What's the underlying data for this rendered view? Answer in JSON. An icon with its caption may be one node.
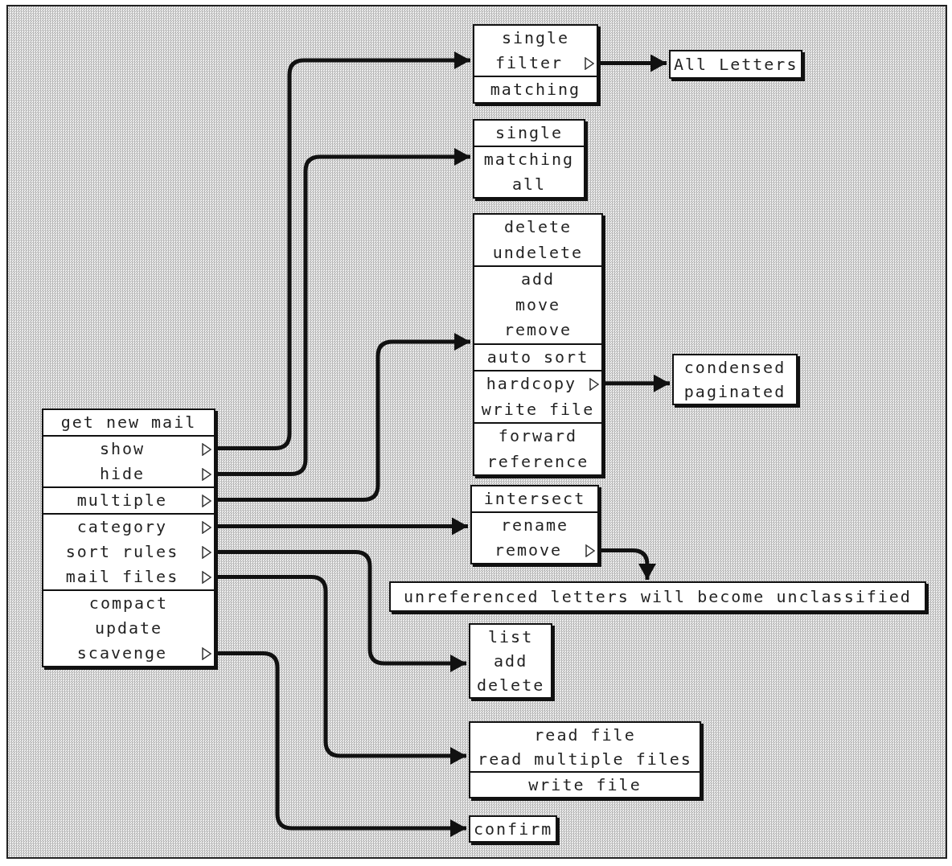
{
  "diagram": {
    "nodes": [
      {
        "text": [],
        "shape": "box"
      },
      {
        "text": [
          "get new mail"
        ],
        "in": 0
      },
      {
        "text": [
          "show"
        ],
        "in": 0
      },
      {
        "text": [
          "hide"
        ],
        "in": 0
      },
      {
        "text": [
          "multiple"
        ],
        "in": 0
      },
      {
        "text": [
          "category"
        ],
        "in": 0
      },
      {
        "text": [
          "sort rules"
        ],
        "in": 0
      },
      {
        "text": [
          "mail files"
        ],
        "in": 0
      },
      {
        "text": [
          "compact"
        ],
        "in": 0
      },
      {
        "text": [
          "update"
        ],
        "in": 0
      },
      {
        "text": [
          "scavenge"
        ],
        "in": 0
      },
      {
        "text": [],
        "shape": "box"
      },
      {
        "text": [
          "single"
        ],
        "in": 11
      },
      {
        "text": [
          "filter"
        ],
        "in": 11
      },
      {
        "text": [
          "matching"
        ],
        "in": 11
      },
      {
        "text": [
          "All Letters"
        ]
      },
      {
        "text": [],
        "shape": "box"
      },
      {
        "text": [
          "single"
        ],
        "in": 16
      },
      {
        "text": [
          "matching"
        ],
        "in": 16
      },
      {
        "text": [
          "all"
        ],
        "in": 16
      },
      {
        "text": [],
        "shape": "box"
      },
      {
        "text": [
          "delete"
        ],
        "in": 20
      },
      {
        "text": [
          "undelete"
        ],
        "in": 20
      },
      {
        "text": [
          "add"
        ],
        "in": 20
      },
      {
        "text": [
          "move"
        ],
        "in": 20
      },
      {
        "text": [
          "remove"
        ],
        "in": 20
      },
      {
        "text": [
          "auto sort"
        ],
        "in": 20
      },
      {
        "text": [
          "hardcopy"
        ],
        "in": 20
      },
      {
        "text": [
          "write file"
        ],
        "in": 20
      },
      {
        "text": [
          "forward"
        ],
        "in": 20
      },
      {
        "text": [
          "reference"
        ],
        "in": 20
      },
      {
        "text": [],
        "shape": "box"
      },
      {
        "text": [
          "intersect"
        ],
        "in": 31
      },
      {
        "text": [
          "rename"
        ],
        "in": 31
      },
      {
        "text": [
          "remove"
        ],
        "in": 31
      },
      {
        "text": [
          "condensed",
          "paginated"
        ]
      },
      {
        "text": [
          "unreferenced letters will become unclassified"
        ]
      },
      {
        "text": [],
        "shape": "box"
      },
      {
        "text": [
          "list"
        ],
        "in": 37
      },
      {
        "text": [
          "add"
        ],
        "in": 37
      },
      {
        "text": [
          "delete"
        ],
        "in": 37
      },
      {
        "text": [],
        "shape": "box"
      },
      {
        "text": [
          "read file"
        ],
        "in": 41
      },
      {
        "text": [
          "read multiple files"
        ],
        "in": 41
      },
      {
        "text": [
          "write file"
        ],
        "in": 41
      },
      {
        "text": [
          "confirm"
        ]
      }
    ],
    "edges": [
      {
        "from": 2,
        "to": 11,
        "arrow": "to"
      },
      {
        "from": 3,
        "to": 16,
        "arrow": "to"
      },
      {
        "from": 4,
        "to": 20,
        "arrow": "to"
      },
      {
        "from": 5,
        "to": 31,
        "arrow": "to"
      },
      {
        "from": 6,
        "to": 37,
        "arrow": "to"
      },
      {
        "from": 7,
        "to": 41,
        "arrow": "to"
      },
      {
        "from": 10,
        "to": 45,
        "arrow": "to"
      },
      {
        "from": 13,
        "to": 15,
        "arrow": "to"
      },
      {
        "from": 27,
        "to": 35,
        "arrow": "to"
      },
      {
        "from": 34,
        "to": 36,
        "arrow": "to"
      }
    ]
  }
}
